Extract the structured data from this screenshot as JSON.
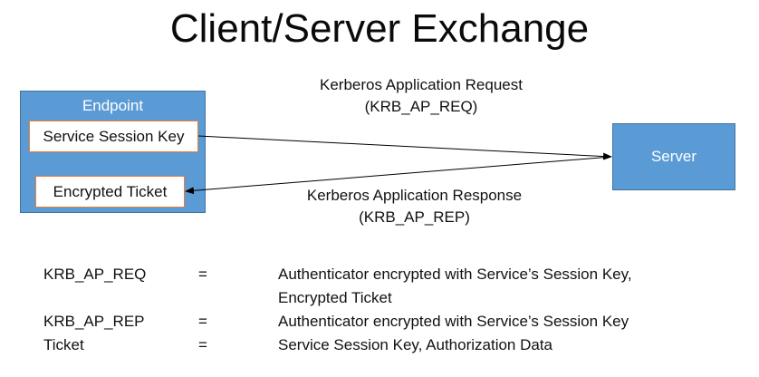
{
  "title": "Client/Server Exchange",
  "endpoint": {
    "label": "Endpoint",
    "session_key": "Service Session Key",
    "ticket": "Encrypted Ticket"
  },
  "server": {
    "label": "Server"
  },
  "request": {
    "line1": "Kerberos Application Request",
    "line2": "(KRB_AP_REQ)"
  },
  "response": {
    "line1": "Kerberos Application Response",
    "line2": "(KRB_AP_REP)"
  },
  "definitions": [
    {
      "term": "KRB_AP_REQ",
      "eq": "=",
      "lines": [
        "Authenticator encrypted with Service’s Session Key,",
        "Encrypted Ticket"
      ]
    },
    {
      "term": "KRB_AP_REP",
      "eq": "=",
      "lines": [
        "Authenticator encrypted with Service’s Session Key"
      ]
    },
    {
      "term": "Ticket",
      "eq": "=",
      "lines": [
        "Service Session Key, Authorization Data"
      ]
    }
  ],
  "colors": {
    "box_fill": "#5b9bd5",
    "box_border": "#41719c",
    "inner_border": "#ed7d31"
  }
}
